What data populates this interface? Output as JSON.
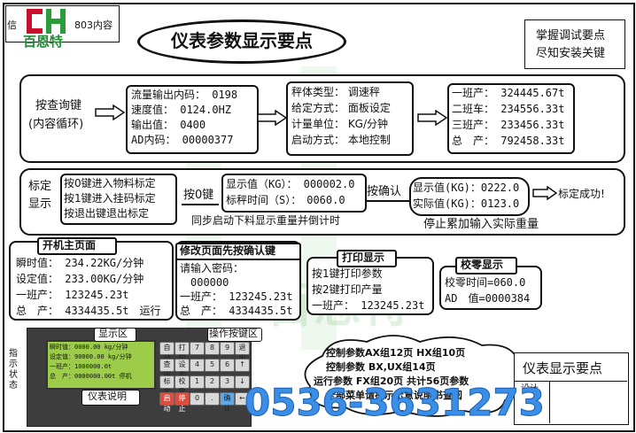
{
  "logo": {
    "text": "百恩特",
    "mark": "BH"
  },
  "header": {
    "partial_label": "803内容",
    "title": "仪表参数显示要点",
    "tip_line1": "掌握调试要点",
    "tip_line2": "尽知安装关键"
  },
  "query": {
    "label1": "按查询键",
    "label2": "(内容循环)",
    "group1": [
      "流量输出内码： 0198",
      "速度值： 0124.0HZ",
      "输出值： 0400",
      "AD内码： 00000377"
    ],
    "group2": [
      "秤体类型： 调速秤",
      "给定方式： 面板设定",
      "计量单位： KG/分钟",
      "启动方式： 本地控制"
    ],
    "group3": [
      "一班产： 324445.67t",
      "二班车： 234556.33t",
      "三班产： 233456.33t",
      "总　产： 792458.33t"
    ]
  },
  "calib": {
    "label1": "标定",
    "label2": "显示",
    "steps": [
      "按0键进入物料标定",
      "按1键进入挂码标定",
      "按退出键退出标定"
    ],
    "btn_zero": "按0键",
    "display_line1": "显示值（KG）： 000002.0",
    "display_line2": "标秤时间（S）：　0060.0",
    "btn_confirm": "按确认",
    "result_line1": "显示值(KG)：0222.0",
    "result_line2": "实际值(KG)：0123.0",
    "success": "标定成功!",
    "note_left": "同步启动下料显示重量并倒计时",
    "note_right": "停止累加输入实际重量"
  },
  "boot": {
    "title": "开机主页面",
    "lines": [
      "瞬时值： 234.22KG/分钟",
      "设定值： 233.00KG/分钟",
      "一班产： 123245.23t",
      "总　产： 4334435.5t　运行"
    ]
  },
  "modify": {
    "title": "修改页面先按确认键",
    "lines": [
      "请输入密码：",
      "　000000",
      "一班产： 123245.23t",
      "总　产： 4334435.5t"
    ]
  },
  "print": {
    "title": "打印显示",
    "lines": [
      "按1键打印参数",
      "按2键打印产量",
      "一班产： 123245.23t"
    ]
  },
  "zero": {
    "title": "校零显示",
    "lines": [
      "校零时间=060.0",
      "AD　值=0000384"
    ]
  },
  "device": {
    "display_label": "显示区",
    "keys_label": "操作按键区",
    "side_label": "指示状态",
    "manual_label": "仪表说明",
    "lcd_lines": [
      "瞬时值：0000.00 kg/分钟",
      "设定值：90000.00 kg/分钟",
      "一班产：1000000.0t",
      "总　产：0000000.00t 停机"
    ],
    "keys": [
      "自动",
      "打印",
      "7",
      "8",
      "9",
      "退出",
      "查询",
      "设定",
      "4",
      "5",
      "6",
      "↑",
      "标定",
      "校零",
      "1",
      "2",
      "3",
      "↓",
      "启动",
      "停止",
      "0",
      ".",
      "确认",
      "←"
    ]
  },
  "cloud": {
    "lines": [
      "控制参数AX组12页 HX组10页",
      "控制参数 BX,UX组14页",
      "运行参数 FX组20页 共计56页参数",
      "全部菜单请提示示意说明书查阅"
    ]
  },
  "footer": {
    "title": "仪表显示要点",
    "design_label": "设计",
    "phone": "0536-3631273"
  },
  "watermark": {
    "text": "百恩特"
  }
}
